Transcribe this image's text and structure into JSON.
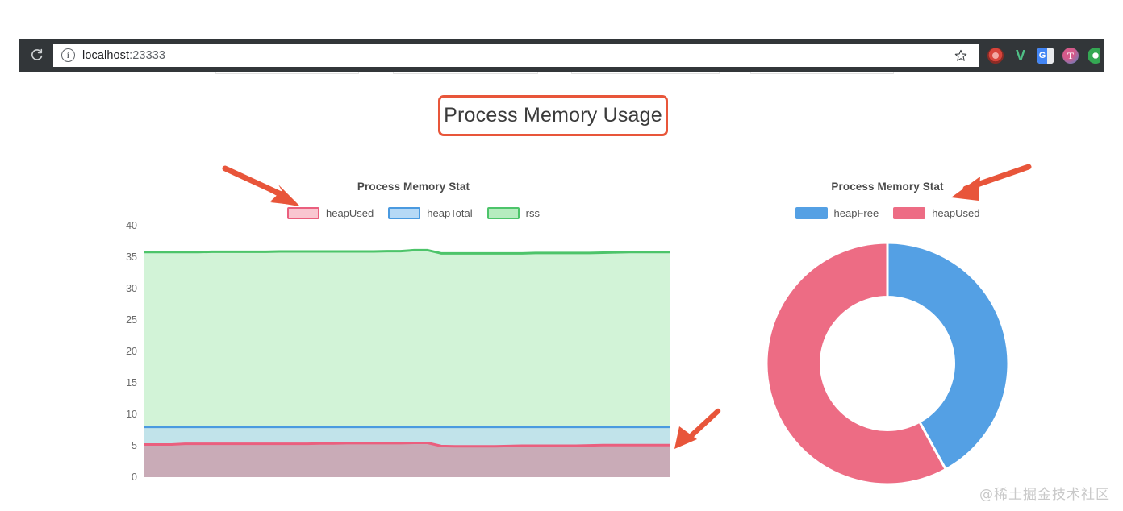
{
  "browser": {
    "reload_icon": "reload-icon",
    "site_info_icon": "info-icon",
    "url_host": "localhost",
    "url_port": ":23333",
    "url_full": "localhost:23333",
    "bookmark_icon": "star-icon",
    "extensions": [
      {
        "name": "adblock-extension-icon",
        "label": ""
      },
      {
        "name": "vue-devtools-extension-icon",
        "label": "V"
      },
      {
        "name": "google-translate-extension-icon",
        "label": "G"
      },
      {
        "name": "tampermonkey-extension-icon",
        "label": "T"
      },
      {
        "name": "partial-extension-icon",
        "label": ""
      }
    ]
  },
  "page": {
    "title": "Process Memory Usage",
    "title_border_color": "#e8563a",
    "watermark": "@稀土掘金技术社区"
  },
  "charts": [
    {
      "id": "line-chart",
      "title": "Process Memory Stat",
      "legend": [
        {
          "label": "heapUsed",
          "color": "#f9c6d0",
          "border": "#ea5f7e"
        },
        {
          "label": "heapTotal",
          "color": "#b6d9f6",
          "border": "#4a9ae0"
        },
        {
          "label": "rss",
          "color": "#b6ecbf",
          "border": "#4dc46a"
        }
      ]
    },
    {
      "id": "donut-chart",
      "title": "Process Memory Stat",
      "legend": [
        {
          "label": "heapFree",
          "color": "#54a0e4",
          "border": "#54a0e4"
        },
        {
          "label": "heapUsed",
          "color": "#ed6c84",
          "border": "#ed6c84"
        }
      ]
    }
  ],
  "chart_data": [
    {
      "type": "area",
      "title": "Process Memory Stat",
      "xlabel": "",
      "ylabel": "",
      "ylim": [
        0,
        40
      ],
      "yticks": [
        0,
        5,
        10,
        15,
        20,
        25,
        30,
        35,
        40
      ],
      "grid": false,
      "legend_position": "top",
      "x": [
        0,
        1,
        2,
        3,
        4,
        5,
        6,
        7,
        8,
        9,
        10,
        11,
        12,
        13,
        14,
        15,
        16,
        17,
        18,
        19,
        20,
        21,
        22,
        23,
        24,
        25,
        26,
        27,
        28,
        29,
        30,
        31,
        32,
        33,
        34,
        35,
        36,
        37,
        38,
        39
      ],
      "series": [
        {
          "name": "rss",
          "color": "#b6ecbf",
          "line_color": "#4dc46a",
          "values": [
            35.8,
            35.8,
            35.8,
            35.8,
            35.8,
            35.85,
            35.85,
            35.85,
            35.85,
            35.85,
            35.9,
            35.9,
            35.9,
            35.9,
            35.9,
            35.9,
            35.9,
            35.9,
            35.95,
            35.95,
            36.1,
            36.1,
            35.6,
            35.6,
            35.6,
            35.6,
            35.6,
            35.6,
            35.6,
            35.65,
            35.65,
            35.65,
            35.65,
            35.65,
            35.7,
            35.75,
            35.8,
            35.8,
            35.8,
            35.8
          ]
        },
        {
          "name": "heapTotal",
          "color": "#b6d9f6",
          "line_color": "#4a9ae0",
          "values": [
            8.0,
            8.0,
            8.0,
            8.0,
            8.0,
            8.0,
            8.0,
            8.0,
            8.0,
            8.0,
            8.0,
            8.0,
            8.0,
            8.0,
            8.0,
            8.0,
            8.0,
            8.0,
            8.0,
            8.0,
            8.0,
            8.0,
            8.0,
            8.0,
            8.0,
            8.0,
            8.0,
            8.0,
            8.0,
            8.0,
            8.0,
            8.0,
            8.0,
            8.0,
            8.0,
            8.0,
            8.0,
            8.0,
            8.0,
            8.0
          ]
        },
        {
          "name": "heapUsed",
          "color": "#c9a8b4",
          "line_color": "#ea5f7e",
          "values": [
            5.2,
            5.2,
            5.2,
            5.3,
            5.3,
            5.3,
            5.3,
            5.3,
            5.3,
            5.3,
            5.3,
            5.3,
            5.3,
            5.35,
            5.35,
            5.4,
            5.4,
            5.4,
            5.4,
            5.4,
            5.45,
            5.45,
            4.95,
            4.9,
            4.9,
            4.9,
            4.9,
            4.95,
            5.0,
            5.0,
            5.0,
            5.0,
            5.0,
            5.05,
            5.1,
            5.1,
            5.1,
            5.1,
            5.1,
            5.1
          ]
        }
      ]
    },
    {
      "type": "pie",
      "variant": "donut",
      "title": "Process Memory Stat",
      "legend_position": "top",
      "labels": [
        "heapFree",
        "heapUsed"
      ],
      "values": [
        42,
        58
      ],
      "colors": [
        "#54a0e4",
        "#ed6c84"
      ],
      "start_angle": 0,
      "inner_radius_ratio": 0.55
    }
  ],
  "annotations": [
    {
      "name": "arrow-to-line-legend",
      "color": "#e8553a",
      "direction": "down-right"
    },
    {
      "name": "arrow-to-donut-legend",
      "color": "#e8553a",
      "direction": "left"
    },
    {
      "name": "arrow-to-heapused-line",
      "color": "#e8553a",
      "direction": "down-left"
    }
  ]
}
